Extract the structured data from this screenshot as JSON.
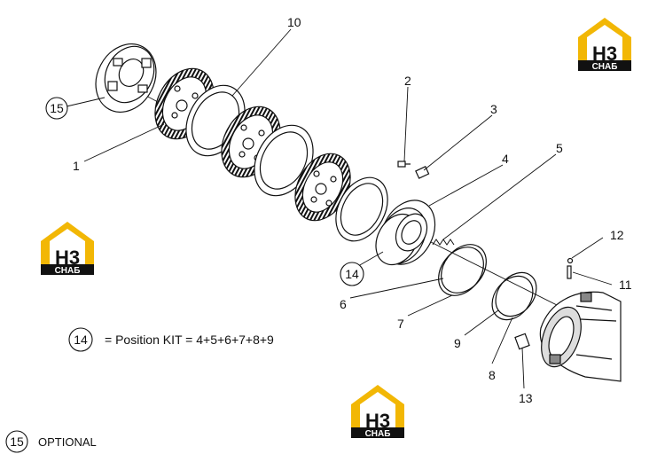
{
  "part_labels": [
    "1",
    "2",
    "3",
    "4",
    "5",
    "6",
    "7",
    "8",
    "9",
    "10",
    "11",
    "12",
    "13"
  ],
  "circled_labels": [
    "15",
    "14"
  ],
  "legend": {
    "kit_number": "14",
    "kit_text": "= Position KIT = 4+5+6+7+8+9",
    "optional_number": "15",
    "optional_text": "OPTIONAL"
  },
  "logo": {
    "mark": "H3",
    "text": "СНАБ",
    "accent_color": "#f2b705",
    "dark_color": "#111111"
  },
  "line_color": "#111111"
}
